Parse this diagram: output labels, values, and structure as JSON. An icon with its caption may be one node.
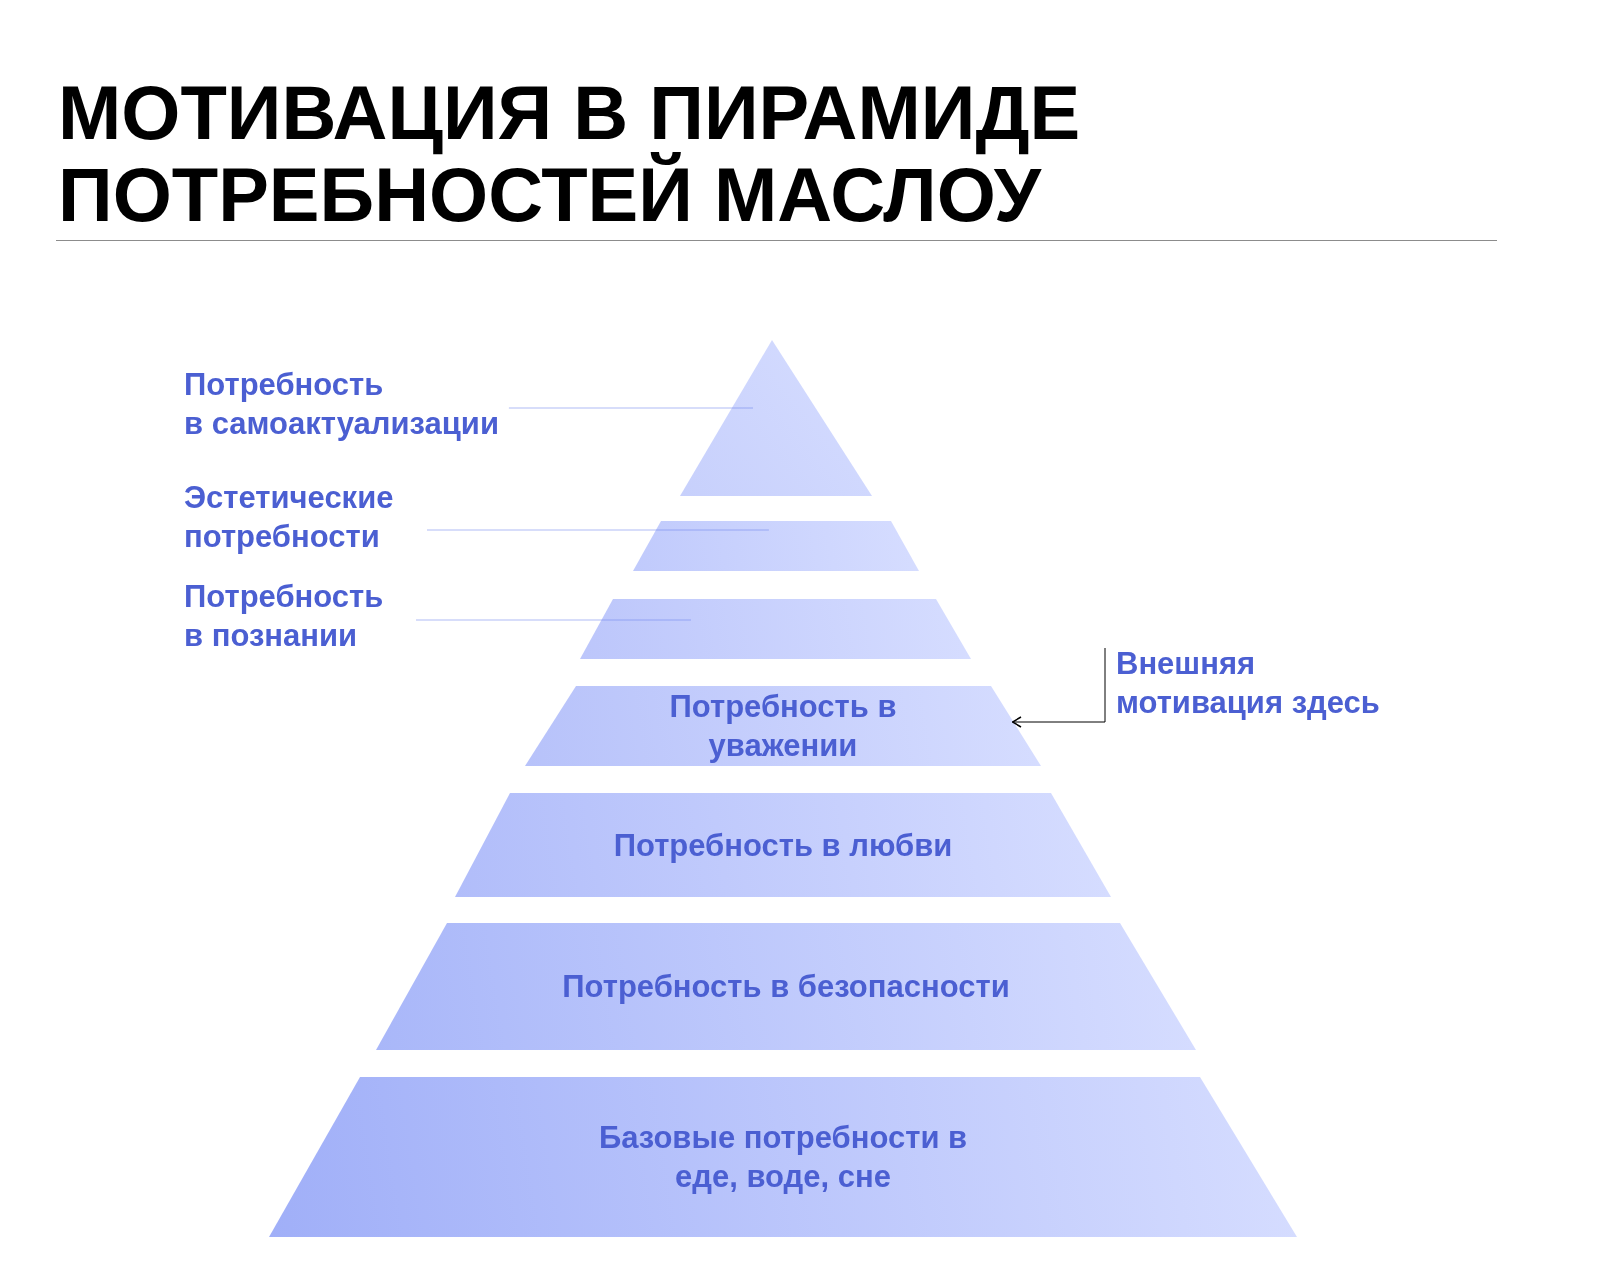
{
  "diagram": {
    "title": "МОТИВАЦИЯ В ПИРАМИДЕ ПОТРЕБНОСТЕЙ МАСЛОУ",
    "nodes": [
      {
        "text": [
          "Потребность в самоактуализации"
        ]
      },
      {
        "text": [],
        "shape": "triangle"
      },
      {
        "text": [
          "Эстетические потребности"
        ]
      },
      {
        "text": [],
        "shape": "trapezoid"
      },
      {
        "text": [
          "Потребность в познании"
        ]
      },
      {
        "text": [],
        "shape": "trapezoid"
      },
      {
        "text": [
          "Потребность в уважении"
        ]
      },
      {
        "text": [
          "Внешняя мотивация здесь"
        ]
      },
      {
        "text": [
          "Потребность в любви"
        ]
      },
      {
        "text": [
          "Потребность в безопасности"
        ]
      },
      {
        "text": [
          "Базовые потребности в еде, воде, сне"
        ]
      }
    ],
    "edges": [
      {
        "from": 0,
        "to": 1,
        "arrow": "none"
      },
      {
        "from": 2,
        "to": 3,
        "arrow": "none"
      },
      {
        "from": 4,
        "to": 5,
        "arrow": "none"
      },
      {
        "from": 7,
        "to": 6,
        "arrow": "to",
        "color": "#000000"
      }
    ]
  }
}
